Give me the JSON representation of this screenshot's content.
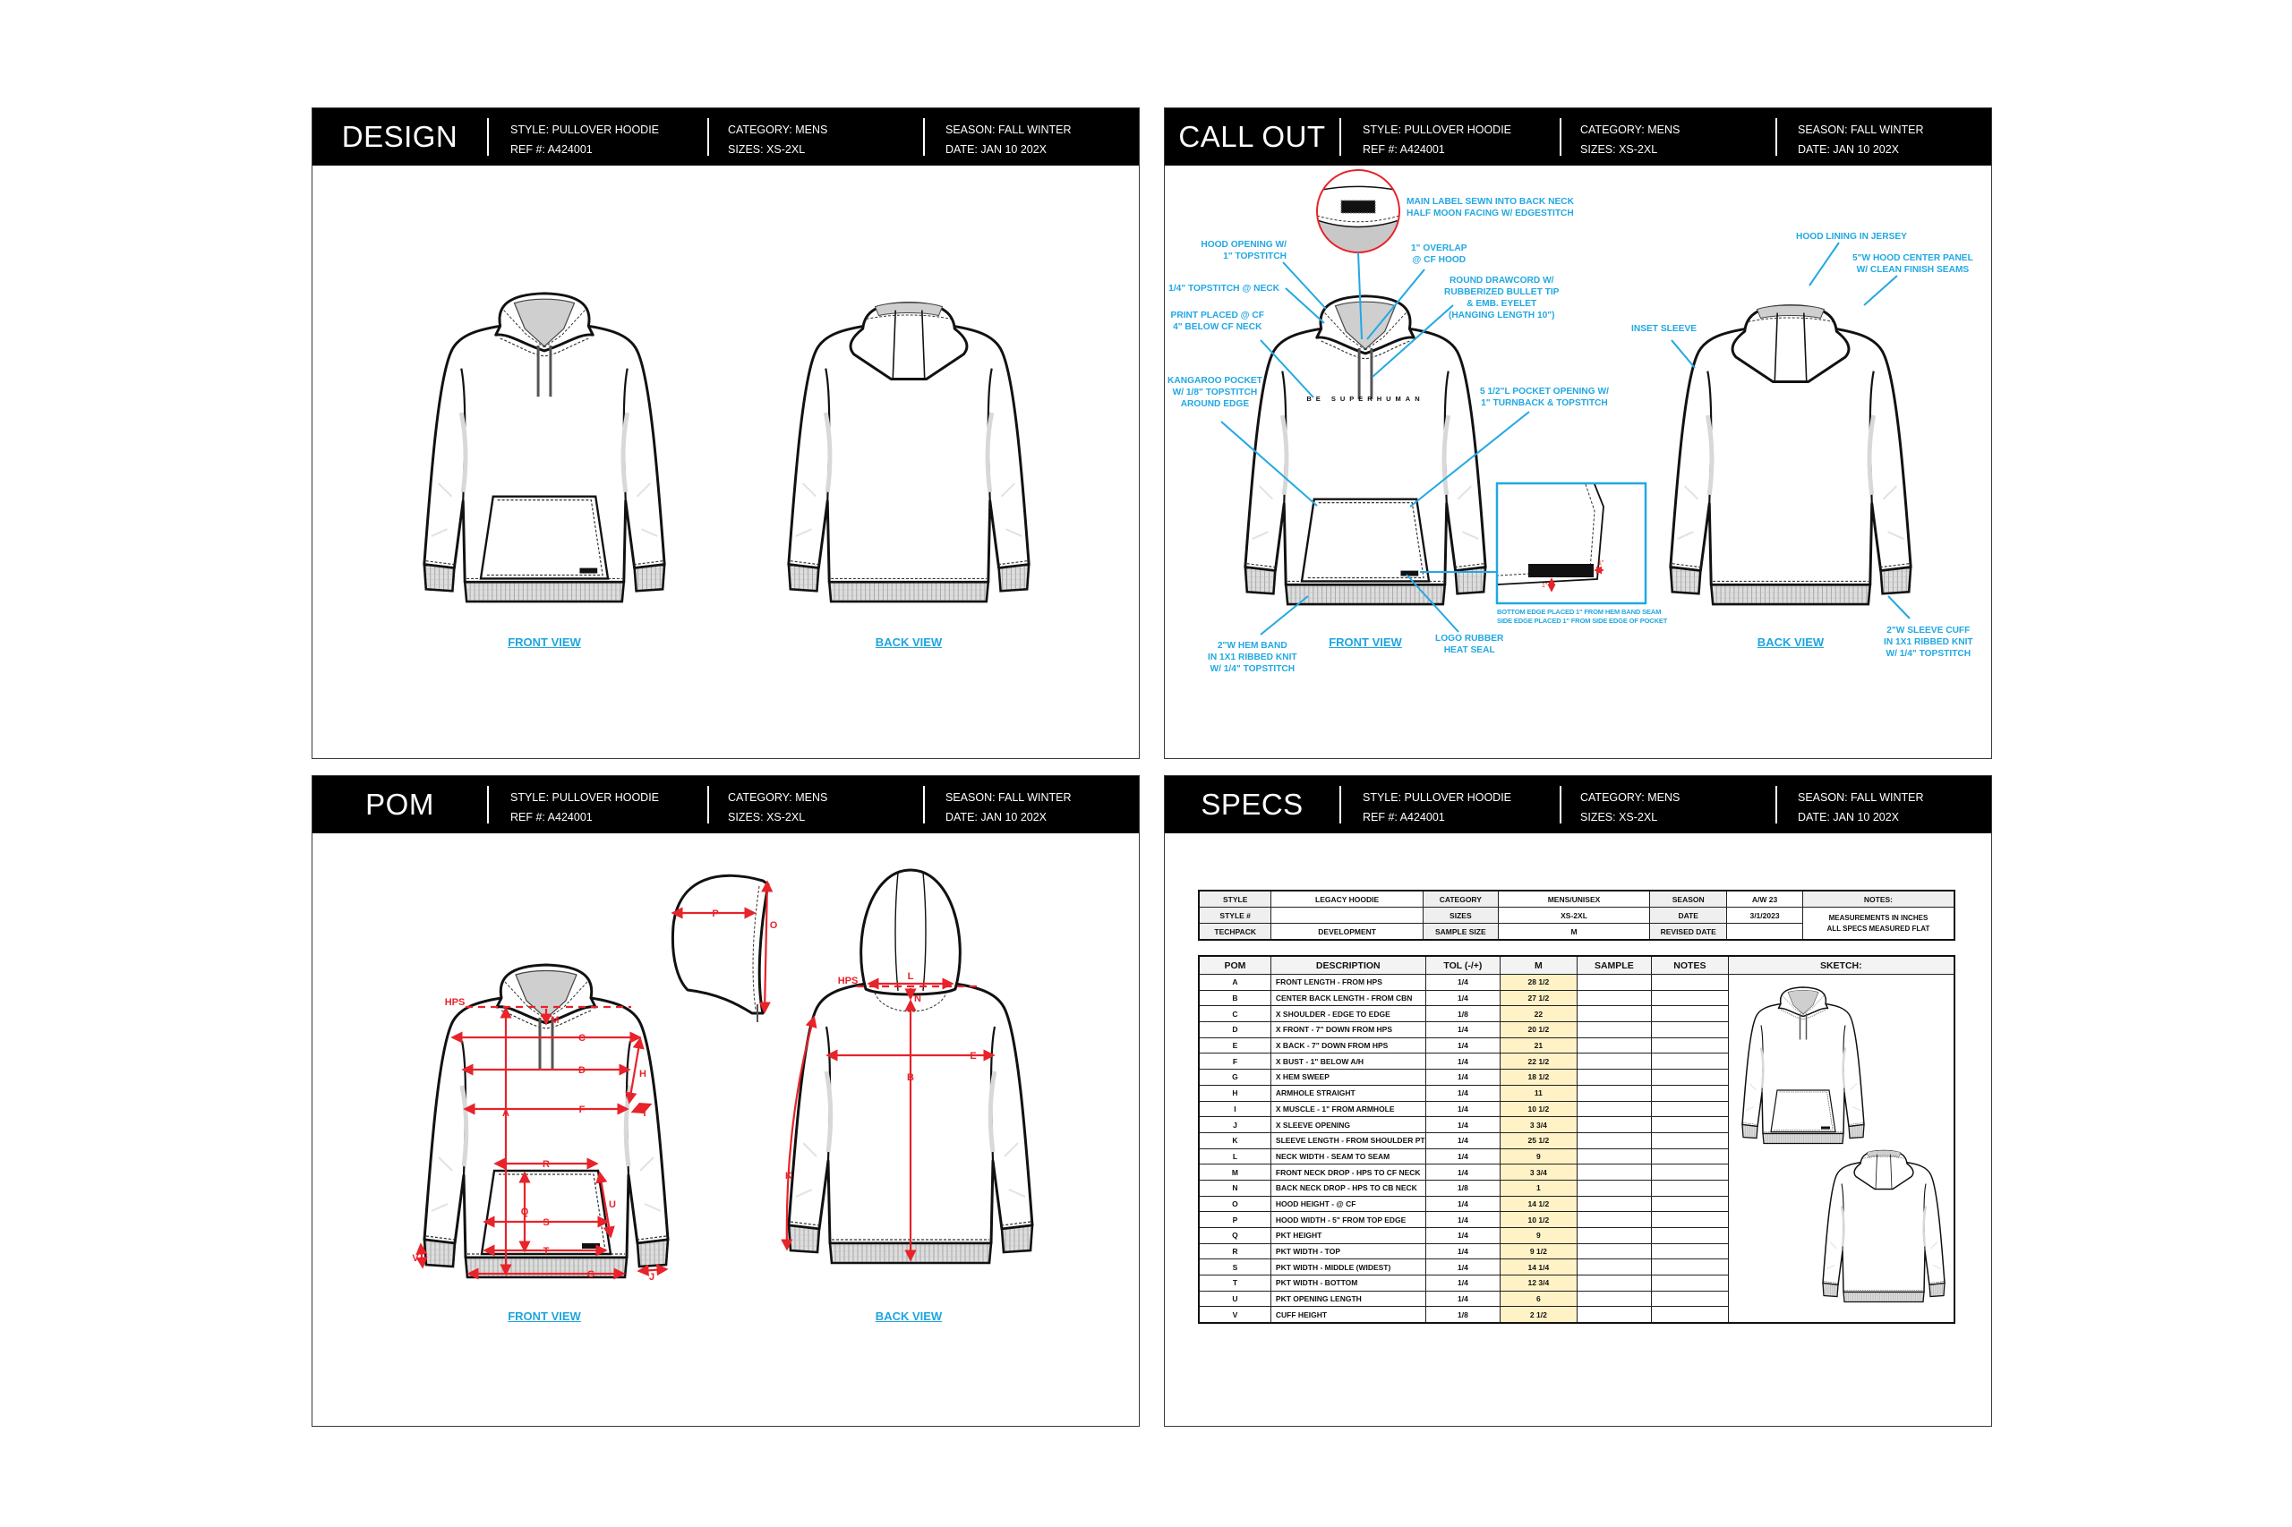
{
  "header": {
    "style": "STYLE: PULLOVER HOODIE",
    "ref": "REF #: A424001",
    "category": "CATEGORY: MENS",
    "sizes": "SIZES: XS-2XL",
    "season": "SEASON: FALL WINTER",
    "date": "DATE: JAN 10 202X"
  },
  "design": {
    "title": "DESIGN",
    "front_label": "FRONT VIEW",
    "back_label": "BACK VIEW"
  },
  "callout": {
    "title": "CALL OUT",
    "front_label": "FRONT VIEW",
    "back_label": "BACK VIEW",
    "print_text": "BE SUPERHUMAN",
    "notes": {
      "main_label": "MAIN LABEL SEWN INTO BACK NECK\nHALF MOON FACING W/ EDGESTITCH",
      "hood_opening": "HOOD OPENING W/\n1\" TOPSTITCH",
      "overlap": "1\" OVERLAP\n@ CF HOOD",
      "neck_topstitch": "1/4\" TOPSTITCH @ NECK",
      "drawcord": "ROUND DRAWCORD W/\nRUBBERIZED BULLET TIP\n& EMB. EYELET\n(HANGING LENGTH 10\")",
      "print_placed": "PRINT PLACED @ CF\n4\" BELOW CF NECK",
      "kangaroo": "KANGAROO POCKET\nW/ 1/8\" TOPSTITCH\nAROUND EDGE",
      "pocket_opening": "5 1/2\"L POCKET OPENING W/\n1\" TURNBACK & TOPSTITCH",
      "inset_caption": "BOTTOM EDGE PLACED 1\" FROM HEM BAND SEAM\nSIDE EDGE PLACED 1\" FROM SIDE EDGE OF POCKET",
      "inset_measure": "1\"",
      "logo": "LOGO RUBBER\nHEAT SEAL",
      "hem_band": "2\"W HEM BAND\nIN 1X1 RIBBED KNIT\nW/ 1/4\" TOPSTITCH",
      "hood_lining": "HOOD LINING IN JERSEY",
      "hood_panel": "5\"W HOOD CENTER PANEL\nW/ CLEAN FINISH SEAMS",
      "inset_sleeve": "INSET SLEEVE",
      "sleeve_cuff": "2\"W SLEEVE CUFF\nIN 1X1 RIBBED KNIT\nW/ 1/4\" TOPSTITCH"
    }
  },
  "pom": {
    "title": "POM",
    "front_label": "FRONT VIEW",
    "back_label": "BACK VIEW",
    "labels": {
      "hps": "HPS",
      "A": "A",
      "B": "B",
      "C": "C",
      "D": "D",
      "E": "E",
      "F": "F",
      "G": "G",
      "H": "H",
      "I": "I",
      "J": "J",
      "K": "K",
      "L": "L",
      "M": "M",
      "N": "N",
      "O": "O",
      "P": "P",
      "Q": "Q",
      "R": "R",
      "S": "S",
      "T": "T",
      "U": "U",
      "V": "V"
    }
  },
  "specs": {
    "title": "SPECS",
    "info": {
      "style_label": "STYLE",
      "style": "LEGACY HOODIE",
      "category_label": "CATEGORY",
      "category": "MENS/UNISEX",
      "season_label": "SEASON",
      "season": "A/W 23",
      "notes_label": "NOTES:",
      "style_no_label": "STYLE #",
      "style_no": "",
      "sizes_label": "SIZES",
      "sizes": "XS-2XL",
      "date_label": "DATE",
      "date": "3/1/2023",
      "notes": "MEASUREMENTS IN INCHES\nALL SPECS MEASURED FLAT",
      "techpack_label": "TECHPACK",
      "techpack": "DEVELOPMENT",
      "sample_size_label": "SAMPLE SIZE",
      "sample_size": "M",
      "revised_label": "REVISED DATE",
      "revised": ""
    },
    "columns": [
      "POM",
      "DESCRIPTION",
      "TOL (-/+)",
      "M",
      "SAMPLE",
      "NOTES",
      "SKETCH:"
    ],
    "rows": [
      [
        "A",
        "FRONT LENGTH - FROM HPS",
        "1/4",
        "28 1/2"
      ],
      [
        "B",
        "CENTER BACK LENGTH - FROM CBN",
        "1/4",
        "27 1/2"
      ],
      [
        "C",
        "X SHOULDER - EDGE TO EDGE",
        "1/8",
        "22"
      ],
      [
        "D",
        "X FRONT - 7\" DOWN FROM HPS",
        "1/4",
        "20 1/2"
      ],
      [
        "E",
        "X BACK - 7\" DOWN FROM HPS",
        "1/4",
        "21"
      ],
      [
        "F",
        "X BUST - 1\" BELOW A/H",
        "1/4",
        "22 1/2"
      ],
      [
        "G",
        "X HEM SWEEP",
        "1/4",
        "18 1/2"
      ],
      [
        "H",
        "ARMHOLE STRAIGHT",
        "1/4",
        "11"
      ],
      [
        "I",
        "X MUSCLE - 1\" FROM ARMHOLE",
        "1/4",
        "10 1/2"
      ],
      [
        "J",
        "X SLEEVE OPENING",
        "1/4",
        "3 3/4"
      ],
      [
        "K",
        "SLEEVE LENGTH - FROM SHOULDER PT",
        "1/4",
        "25 1/2"
      ],
      [
        "L",
        "NECK WIDTH - SEAM TO SEAM",
        "1/4",
        "9"
      ],
      [
        "M",
        "FRONT NECK DROP - HPS TO CF NECK",
        "1/4",
        "3 3/4"
      ],
      [
        "N",
        "BACK NECK DROP - HPS TO CB NECK",
        "1/8",
        "1"
      ],
      [
        "O",
        "HOOD HEIGHT - @ CF",
        "1/4",
        "14 1/2"
      ],
      [
        "P",
        "HOOD WIDTH - 5\" FROM TOP EDGE",
        "1/4",
        "10 1/2"
      ],
      [
        "Q",
        "PKT HEIGHT",
        "1/4",
        "9"
      ],
      [
        "R",
        "PKT WIDTH - TOP",
        "1/4",
        "9 1/2"
      ],
      [
        "S",
        "PKT WIDTH - MIDDLE (WIDEST)",
        "1/4",
        "14 1/4"
      ],
      [
        "T",
        "PKT WIDTH - BOTTOM",
        "1/4",
        "12 3/4"
      ],
      [
        "U",
        "PKT OPENING LENGTH",
        "1/4",
        "6"
      ],
      [
        "V",
        "CUFF HEIGHT",
        "1/8",
        "2 1/2"
      ]
    ]
  },
  "colors": {
    "callout": "#22a8e3",
    "measure": "#e8232a",
    "spec_highlight": "#fff2c6",
    "header_bg": "#000000"
  }
}
